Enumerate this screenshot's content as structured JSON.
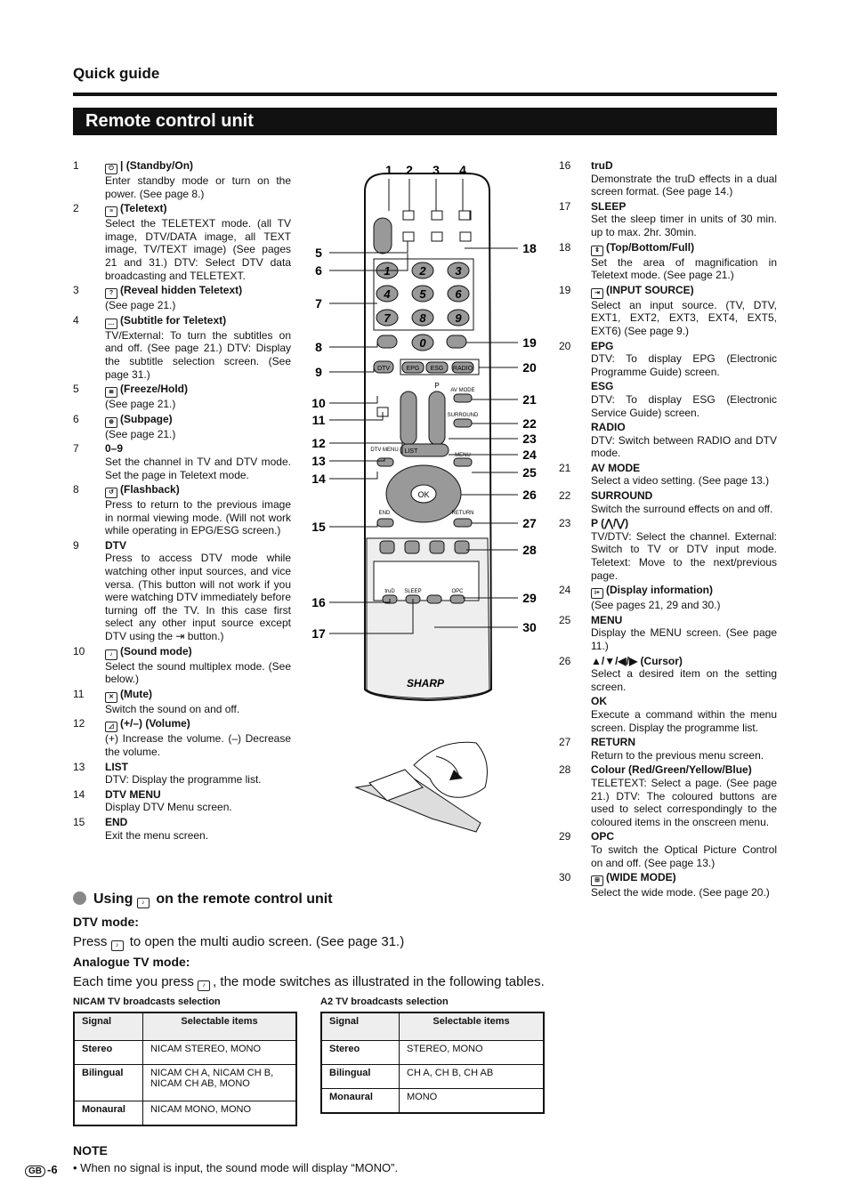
{
  "header": {
    "guide": "Quick guide",
    "banner": "Remote control unit"
  },
  "left_items": [
    {
      "n": "1",
      "icon": "⏻",
      "title": "| (Standby/On)",
      "desc": "Enter standby mode or turn on the power. (See page 8.)"
    },
    {
      "n": "2",
      "icon": "≡",
      "title": "(Teletext)",
      "desc": "Select the TELETEXT mode. (all TV image, DTV/DATA image, all TEXT image, TV/TEXT image) (See pages 21 and 31.) DTV: Select DTV data broadcasting and TELETEXT."
    },
    {
      "n": "3",
      "icon": "?",
      "title": "(Reveal hidden Teletext)",
      "desc": "(See page 21.)"
    },
    {
      "n": "4",
      "icon": "…",
      "title": "(Subtitle for Teletext)",
      "desc": "TV/External: To turn the subtitles on and off. (See page 21.) DTV: Display the subtitle selection screen. (See page 31.)"
    },
    {
      "n": "5",
      "icon": "≣",
      "title": "(Freeze/Hold)",
      "desc": "(See page 21.)"
    },
    {
      "n": "6",
      "icon": "⊕",
      "title": "(Subpage)",
      "desc": "(See page 21.)"
    },
    {
      "n": "7",
      "icon": "",
      "title": "0–9",
      "desc": "Set the channel in TV and DTV mode. Set the page in Teletext mode."
    },
    {
      "n": "8",
      "icon": "↺",
      "title": "(Flashback)",
      "desc": "Press to return to the previous image in normal viewing mode. (Will not work while operating in EPG/ESG screen.)"
    },
    {
      "n": "9",
      "icon": "",
      "title": "DTV",
      "desc": "Press to access DTV mode while watching other input sources, and vice versa. (This button will not work if you were watching DTV immediately before turning off the TV. In this case first select any other input source except DTV using the ⇥ button.)"
    },
    {
      "n": "10",
      "icon": "♪",
      "title": "(Sound mode)",
      "desc": "Select the sound multiplex mode. (See below.)"
    },
    {
      "n": "11",
      "icon": "✕",
      "title": "(Mute)",
      "desc": "Switch the sound on and off."
    },
    {
      "n": "12",
      "icon": "◿",
      "title": "(+/–) (Volume)",
      "desc": "(+) Increase the volume. (–) Decrease the volume."
    },
    {
      "n": "13",
      "icon": "",
      "title": "LIST",
      "desc": "DTV: Display the programme list."
    },
    {
      "n": "14",
      "icon": "",
      "title": "DTV MENU",
      "desc": "Display DTV Menu screen."
    },
    {
      "n": "15",
      "icon": "",
      "title": "END",
      "desc": "Exit the menu screen."
    }
  ],
  "right_items": [
    {
      "n": "16",
      "icon": "",
      "title": "truD",
      "desc": "Demonstrate the truD effects in a dual screen format. (See page 14.)"
    },
    {
      "n": "17",
      "icon": "",
      "title": "SLEEP",
      "desc": "Set the sleep timer in units of 30 min. up to max. 2hr. 30min."
    },
    {
      "n": "18",
      "icon": "⇕",
      "title": "(Top/Bottom/Full)",
      "desc": "Set the area of magnification in Teletext mode. (See page 21.)"
    },
    {
      "n": "19",
      "icon": "⇥",
      "title": "(INPUT SOURCE)",
      "desc": "Select an input source. (TV, DTV, EXT1, EXT2, EXT3, EXT4, EXT5, EXT6) (See page 9.)"
    },
    {
      "n": "20",
      "icon": "",
      "title": "EPG",
      "desc": "DTV: To display EPG (Electronic Programme Guide) screen."
    },
    {
      "n": "",
      "icon": "",
      "title": "ESG",
      "desc": "DTV: To display ESG (Electronic Service Guide) screen."
    },
    {
      "n": "",
      "icon": "",
      "title": "RADIO",
      "desc": "DTV: Switch between RADIO and DTV mode."
    },
    {
      "n": "21",
      "icon": "",
      "title": "AV MODE",
      "desc": "Select a video setting. (See page 13.)"
    },
    {
      "n": "22",
      "icon": "",
      "title": "SURROUND",
      "desc": "Switch the surround effects on and off."
    },
    {
      "n": "23",
      "icon": "",
      "title": "P (⋀/⋁)",
      "desc": "TV/DTV: Select the channel. External: Switch to TV or DTV input mode. Teletext: Move to the next/previous page."
    },
    {
      "n": "24",
      "icon": "i+",
      "title": "(Display information)",
      "desc": "(See pages 21, 29 and 30.)"
    },
    {
      "n": "25",
      "icon": "",
      "title": "MENU",
      "desc": "Display the MENU screen. (See page 11.)"
    },
    {
      "n": "26",
      "icon": "",
      "title": "▲/▼/◀/▶ (Cursor)",
      "desc": "Select a desired item on the setting screen."
    },
    {
      "n": "",
      "icon": "",
      "title": "OK",
      "desc": "Execute a command within the menu screen. Display the programme list."
    },
    {
      "n": "27",
      "icon": "",
      "title": "RETURN",
      "desc": "Return to the previous menu screen."
    },
    {
      "n": "28",
      "icon": "",
      "title": "Colour (Red/Green/Yellow/Blue)",
      "desc": "TELETEXT: Select a page. (See page 21.) DTV: The coloured buttons are used to select correspondingly to the coloured items in the onscreen menu."
    },
    {
      "n": "29",
      "icon": "",
      "title": "OPC",
      "desc": "To switch the Optical Picture Control on and off. (See page 13.)"
    },
    {
      "n": "30",
      "icon": "⊞",
      "title": "(WIDE MODE)",
      "desc": "Select the wide mode. (See page 20.)"
    }
  ],
  "callouts_left": [
    "5",
    "6",
    "7",
    "8",
    "9",
    "10",
    "11",
    "12",
    "13",
    "14",
    "15",
    "16",
    "17"
  ],
  "callouts_top": [
    "1",
    "2",
    "3",
    "4"
  ],
  "callouts_right": [
    "18",
    "19",
    "20",
    "21",
    "22",
    "23",
    "24",
    "25",
    "26",
    "27",
    "28",
    "29",
    "30"
  ],
  "remote": {
    "brand": "SHARP",
    "numkeys": [
      "1",
      "2",
      "3",
      "4",
      "5",
      "6",
      "7",
      "8",
      "9",
      "0"
    ],
    "dtv": "DTV",
    "epg": "EPG",
    "esg": "ESG",
    "radio": "RADIO",
    "p": "P",
    "avmode": "AV MODE",
    "surround": "SURROUND",
    "dtvmenu": "DTV MENU",
    "list": "LIST",
    "menu": "MENU",
    "ok": "OK",
    "end": "END",
    "return": "RETURN",
    "trud": "truD",
    "sleep": "SLEEP",
    "opc": "OPC"
  },
  "using": {
    "heading_pre": "Using",
    "heading_post": "on the remote control unit",
    "dtv_h": "DTV mode:",
    "dtv_pre": "Press",
    "dtv_post": "to open the multi audio screen. (See page 31.)",
    "ana_h": "Analogue TV mode:",
    "ana_pre": "Each time you press",
    "ana_post": ", the mode switches as illustrated in the following tables."
  },
  "nicam": {
    "caption": "NICAM TV broadcasts selection",
    "h1": "Signal",
    "h2": "Selectable items",
    "rows": [
      [
        "Stereo",
        "NICAM STEREO, MONO"
      ],
      [
        "Bilingual",
        "NICAM CH A, NICAM CH B, NICAM CH AB, MONO"
      ],
      [
        "Monaural",
        "NICAM MONO, MONO"
      ]
    ]
  },
  "a2": {
    "caption": "A2 TV broadcasts selection",
    "h1": "Signal",
    "h2": "Selectable items",
    "rows": [
      [
        "Stereo",
        "STEREO, MONO"
      ],
      [
        "Bilingual",
        "CH A, CH B, CH AB"
      ],
      [
        "Monaural",
        "MONO"
      ]
    ]
  },
  "note": {
    "heading": "NOTE",
    "text": "When no signal is input, the sound mode will display “MONO”."
  },
  "page": {
    "badge": "GB",
    "num": "-6"
  }
}
